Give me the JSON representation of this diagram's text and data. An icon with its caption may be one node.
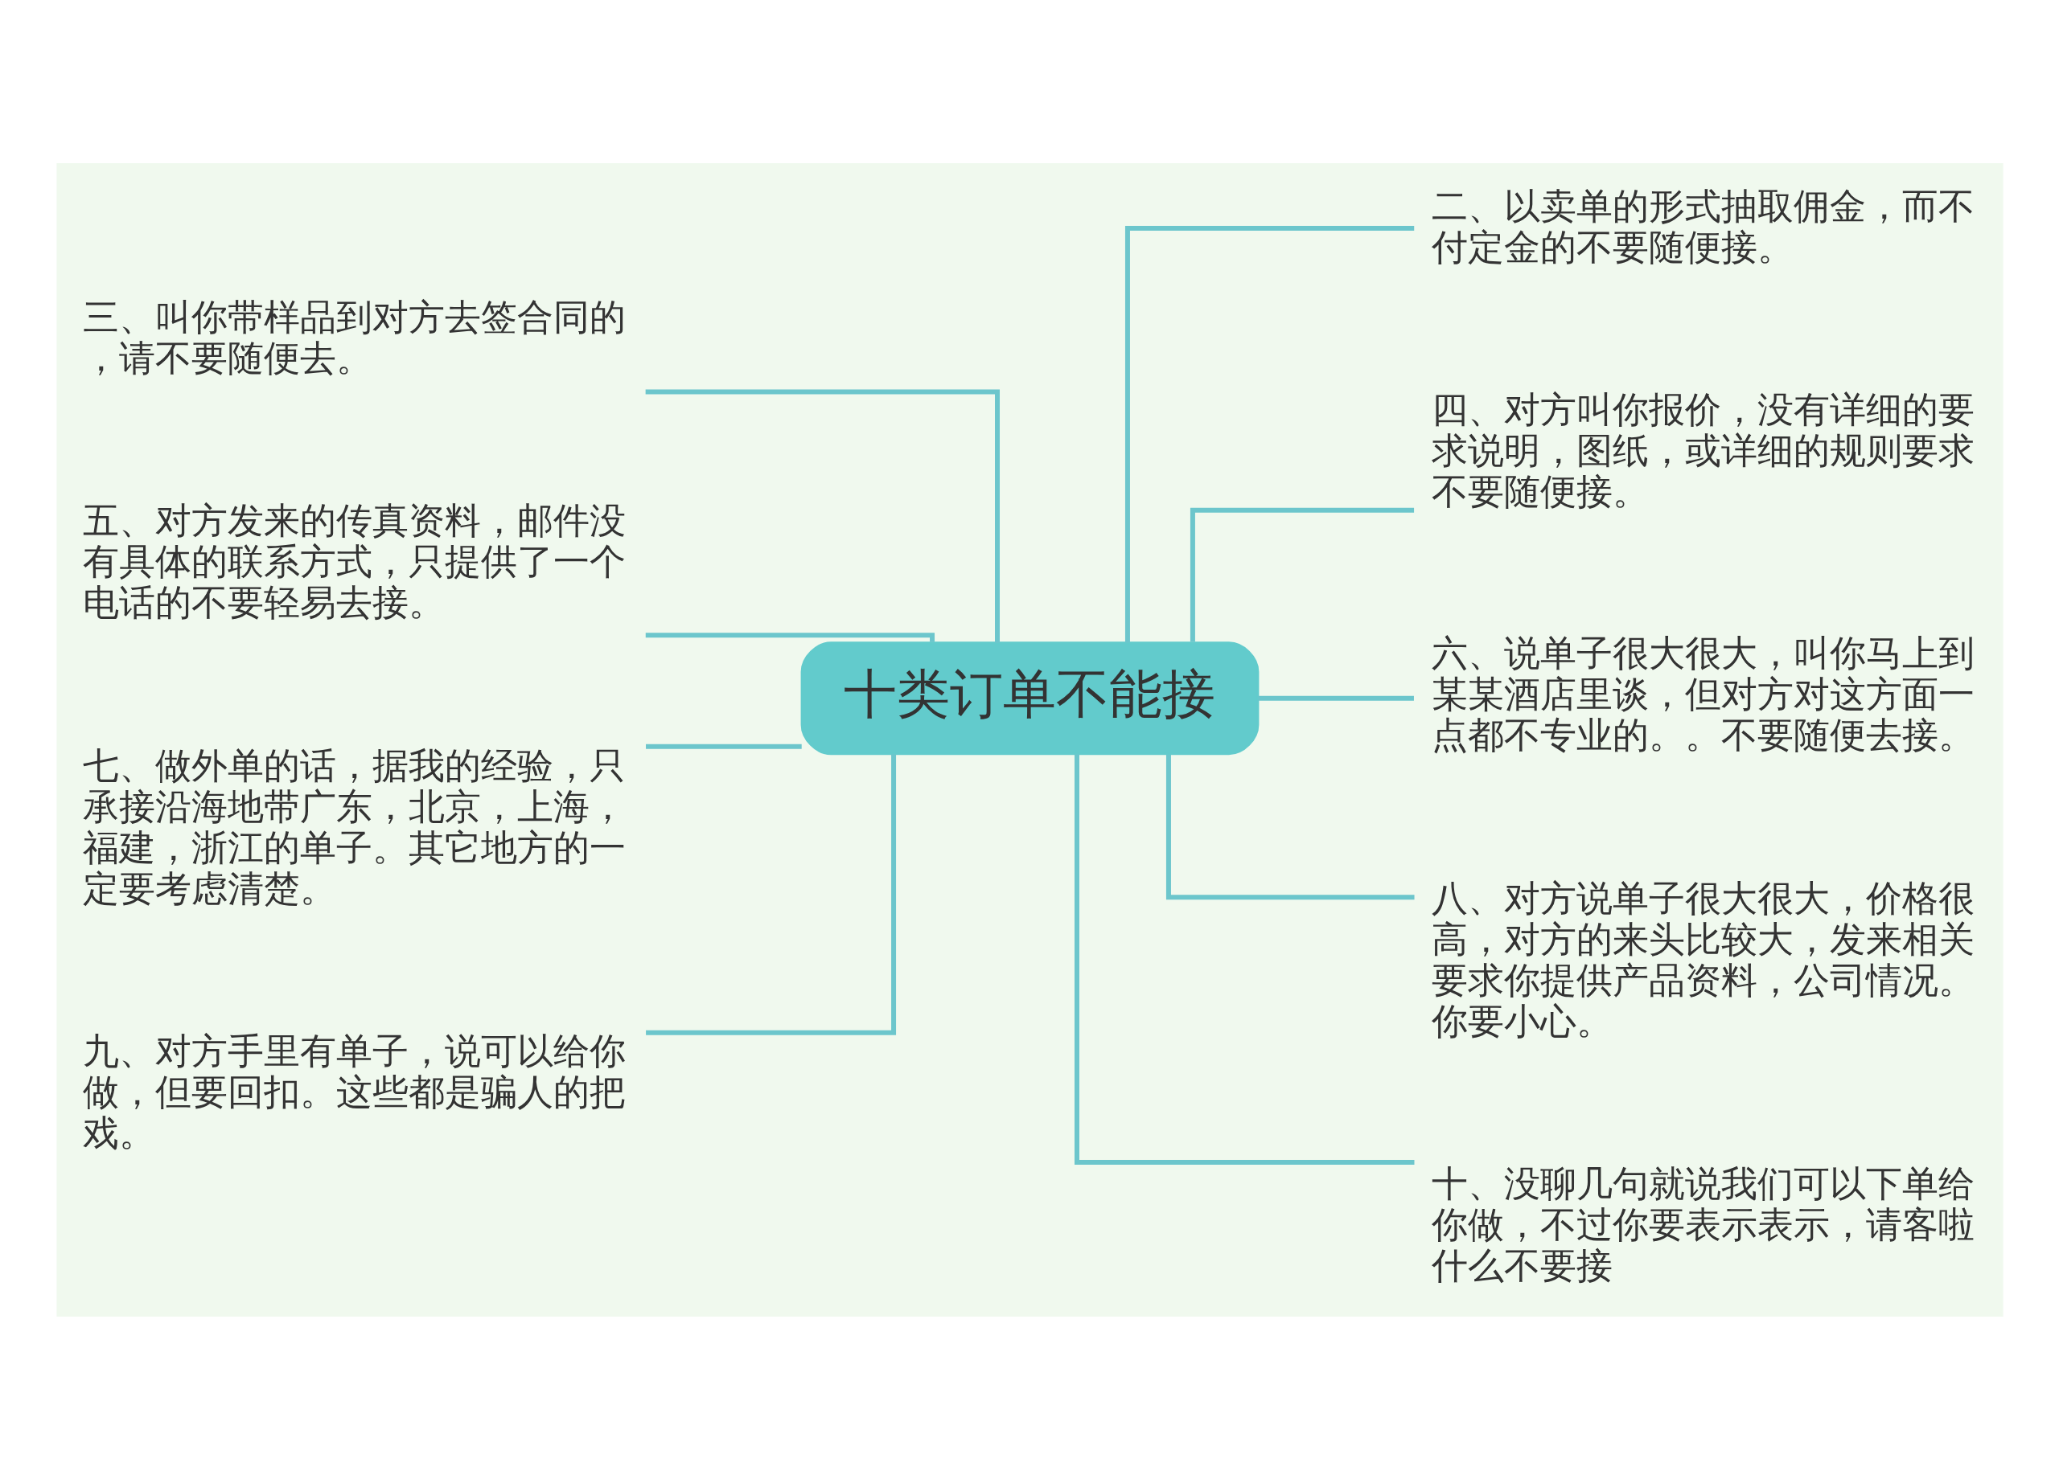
{
  "diagram": {
    "nodes": [
      {
        "text": [
          "十类订单不能接"
        ]
      },
      {
        "text": [
          "三、叫你带样品到对方去签合同的，请不要随便去。"
        ]
      },
      {
        "text": [
          "五、对方发来的传真资料，邮件没有具体的联系方式，只提供了一个电话的不要轻易去接。"
        ]
      },
      {
        "text": [
          "七、做外单的话，据我的经验，只承接沿海地带广东，北京，上海，福建，浙江的单子。其它地方的一定要考虑清楚。"
        ]
      },
      {
        "text": [
          "九、对方手里有单子，说可以给你做，但要回扣。这些都是骗人的把戏。"
        ]
      },
      {
        "text": [
          "二、以卖单的形式抽取佣金，而不付定金的不要随便接。"
        ]
      },
      {
        "text": [
          "四、对方叫你报价，没有详细的要求说明，图纸，或详细的规则要求不要随便接。"
        ]
      },
      {
        "text": [
          "六、说单子很大很大，叫你马上到某某酒店里谈，但对方对这方面一点都不专业的。。不要随便去接。"
        ]
      },
      {
        "text": [
          "八、对方说单子很大很大，价格很高，对方的来头比较大，发来相关要求你提供产品资料，公司情况。你要小心。"
        ]
      },
      {
        "text": [
          "十、没聊几句就说我们可以下单给你做，不过你要表示表示，请客啦什么不要接"
        ]
      }
    ],
    "edges": [
      {
        "from": 0,
        "to": 1,
        "arrow": "none"
      },
      {
        "from": 0,
        "to": 2,
        "arrow": "none"
      },
      {
        "from": 0,
        "to": 3,
        "arrow": "none"
      },
      {
        "from": 0,
        "to": 4,
        "arrow": "none"
      },
      {
        "from": 0,
        "to": 5,
        "arrow": "none"
      },
      {
        "from": 0,
        "to": 6,
        "arrow": "none"
      },
      {
        "from": 0,
        "to": 7,
        "arrow": "none"
      },
      {
        "from": 0,
        "to": 8,
        "arrow": "none"
      },
      {
        "from": 0,
        "to": 9,
        "arrow": "none"
      }
    ]
  }
}
